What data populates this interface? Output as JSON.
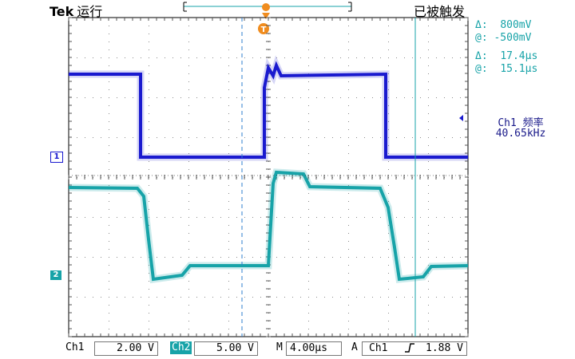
{
  "brand": {
    "name": "Tek",
    "run_state": "运行"
  },
  "trigger_state": "已被触发",
  "cursor_readout": {
    "delta_v": "800mV",
    "at_v": "-500mV",
    "delta_t": "17.4µs",
    "at_t": "15.1µs"
  },
  "measurement": {
    "label": "Ch1 频率",
    "value": "40.65kHz"
  },
  "channel_markers": {
    "ch1": "1",
    "ch2": "2"
  },
  "trigger_marker": "T",
  "footer": {
    "ch1_label": "Ch1",
    "ch1_scale": "2.00 V",
    "ch2_label": "Ch2",
    "ch2_scale": "5.00 V",
    "timebase_label": "M",
    "timebase": "4.00µs",
    "trigger_source_label": "A",
    "trigger_source": "Ch1",
    "trigger_slope": "rising",
    "trigger_level": "1.88 V"
  },
  "colors": {
    "ch1": "#1a1acf",
    "ch2": "#17a3a8",
    "trigger": "#f08c1e",
    "grid": "#9a9a9a"
  }
}
